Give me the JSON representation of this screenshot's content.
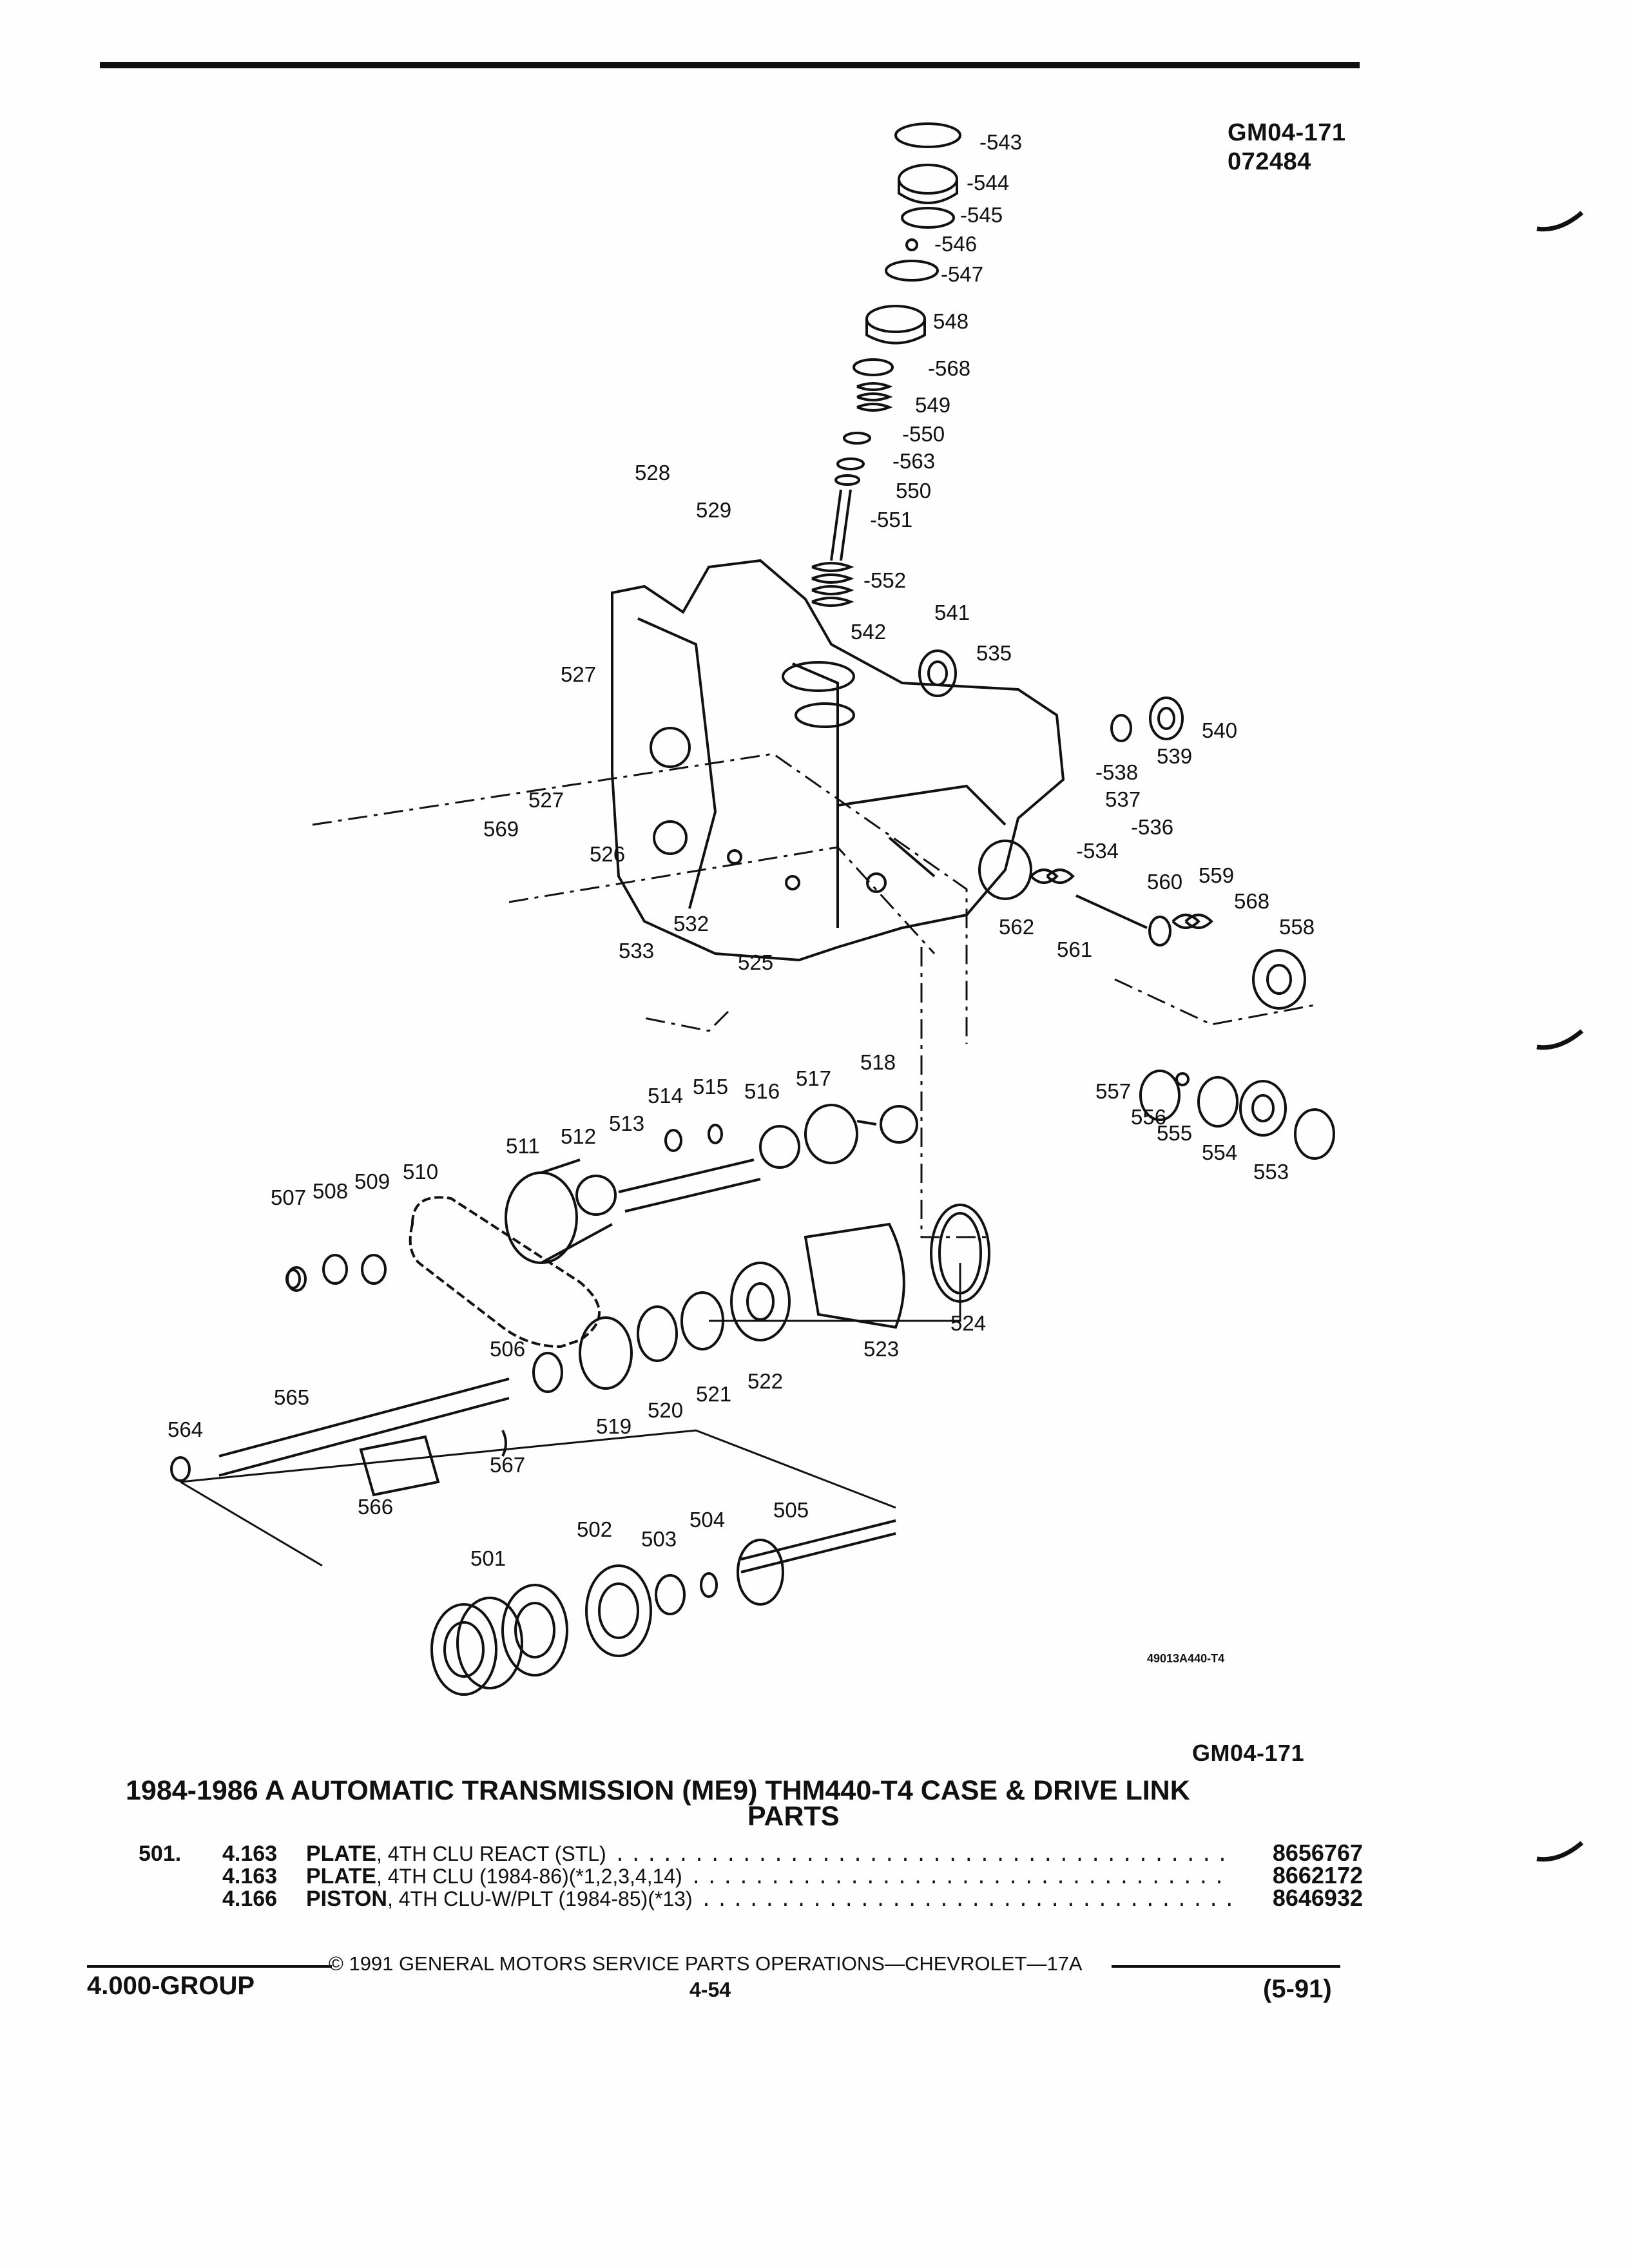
{
  "header": {
    "code": "GM04-171",
    "date_code": "072484"
  },
  "figure": {
    "callouts": [
      "543",
      "544",
      "545",
      "546",
      "547",
      "548",
      "568",
      "549",
      "550",
      "563",
      "550",
      "551",
      "528",
      "529",
      "552",
      "541",
      "542",
      "535",
      "540",
      "539",
      "538",
      "537",
      "536",
      "534",
      "527",
      "527",
      "569",
      "526",
      "532",
      "533",
      "525",
      "562",
      "561",
      "560",
      "559",
      "568",
      "558",
      "557",
      "556",
      "555",
      "554",
      "553",
      "518",
      "517",
      "516",
      "515",
      "514",
      "513",
      "512",
      "511",
      "510",
      "509",
      "508",
      "507",
      "524",
      "523",
      "522",
      "521",
      "520",
      "519",
      "506",
      "565",
      "564",
      "567",
      "566",
      "505",
      "504",
      "503",
      "502",
      "501"
    ],
    "image_id": "49013A440-T4"
  },
  "figure_code": "GM04-171",
  "title": {
    "line1": "1984-1986 A AUTOMATIC TRANSMISSION (ME9) THM440-T4 CASE & DRIVE LINK",
    "line2": "PARTS"
  },
  "parts": [
    {
      "item": "501.",
      "group": "4.163",
      "name": "PLATE",
      "detail": ", 4TH CLU REACT (STL)",
      "part_no": "8656767"
    },
    {
      "item": "",
      "group": "4.163",
      "name": "PLATE",
      "detail": ", 4TH CLU (1984-86)(*1,2,3,4,14)",
      "part_no": "8662172"
    },
    {
      "item": "",
      "group": "4.166",
      "name": "PISTON",
      "detail": ", 4TH CLU-W/PLT (1984-85)(*13)",
      "part_no": "8646932"
    }
  ],
  "footer": {
    "copyright": "© 1991 GENERAL MOTORS SERVICE PARTS OPERATIONS—CHEVROLET—17A",
    "group": "4.000-GROUP",
    "page": "4-54",
    "revision": "(5-91)"
  }
}
